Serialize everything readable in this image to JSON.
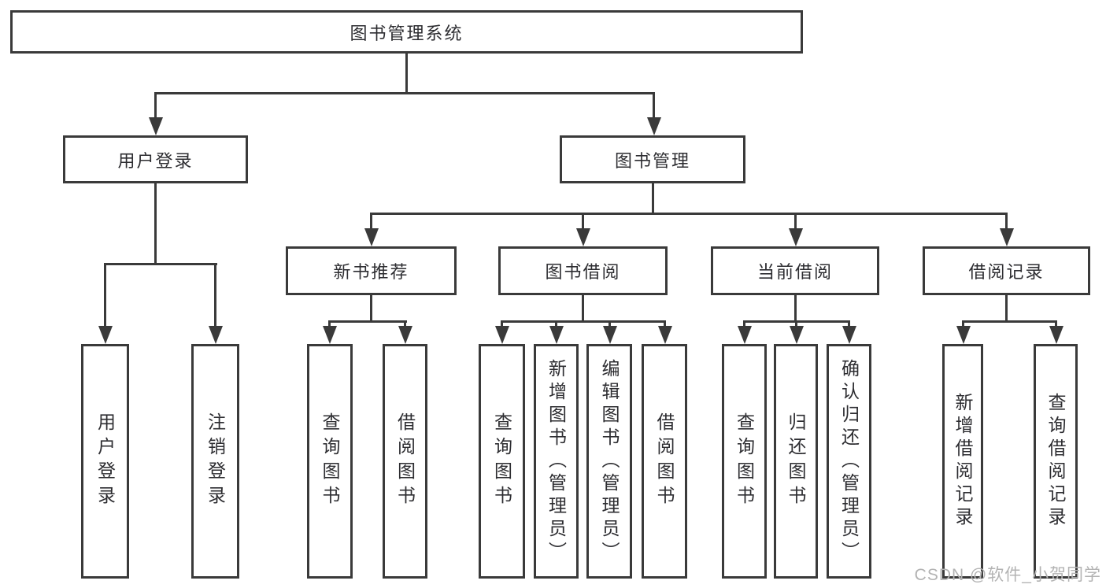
{
  "nodes": {
    "root": {
      "label": "图书管理系统"
    },
    "level2": [
      {
        "label": "用户登录"
      },
      {
        "label": "图书管理"
      }
    ],
    "level3": [
      {
        "label": "新书推荐"
      },
      {
        "label": "图书借阅"
      },
      {
        "label": "当前借阅"
      },
      {
        "label": "借阅记录"
      }
    ],
    "leaves": [
      {
        "label": "用户登录"
      },
      {
        "label": "注销登录"
      },
      {
        "label": "查询图书"
      },
      {
        "label": "借阅图书"
      },
      {
        "label": "查询图书"
      },
      {
        "label": "新增图书（管理员）"
      },
      {
        "label": "编辑图书（管理员）"
      },
      {
        "label": "借阅图书"
      },
      {
        "label": "查询图书"
      },
      {
        "label": "归还图书"
      },
      {
        "label": "确认归还（管理员）"
      },
      {
        "label": "新增借阅记录"
      },
      {
        "label": "查询借阅记录"
      }
    ]
  },
  "watermark": {
    "text": "CSDN @软件_小贺同学"
  },
  "colors": {
    "line": "#3a3a3a",
    "text": "#2d2d31",
    "watermark": "#b3b3b3",
    "background": "#ffffff"
  }
}
